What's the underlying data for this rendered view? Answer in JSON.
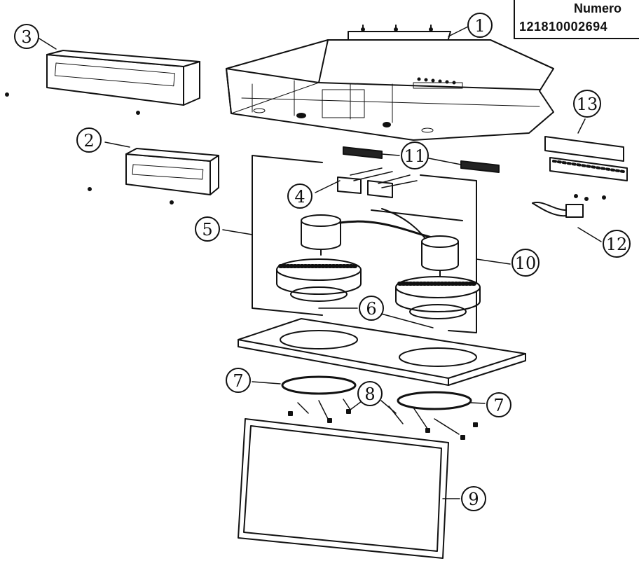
{
  "model_box": {
    "label": "Numero",
    "number": "121810002694"
  },
  "callouts": [
    {
      "id": "1",
      "text": "1"
    },
    {
      "id": "2",
      "text": "2"
    },
    {
      "id": "3",
      "text": "3"
    },
    {
      "id": "4",
      "text": "4"
    },
    {
      "id": "5",
      "text": "5"
    },
    {
      "id": "6",
      "text": "6"
    },
    {
      "id": "7a",
      "text": "7"
    },
    {
      "id": "7b",
      "text": "7"
    },
    {
      "id": "8",
      "text": "8"
    },
    {
      "id": "9",
      "text": "9"
    },
    {
      "id": "10",
      "text": "10"
    },
    {
      "id": "11",
      "text": "11"
    },
    {
      "id": "12",
      "text": "12"
    },
    {
      "id": "13",
      "text": "13"
    }
  ]
}
